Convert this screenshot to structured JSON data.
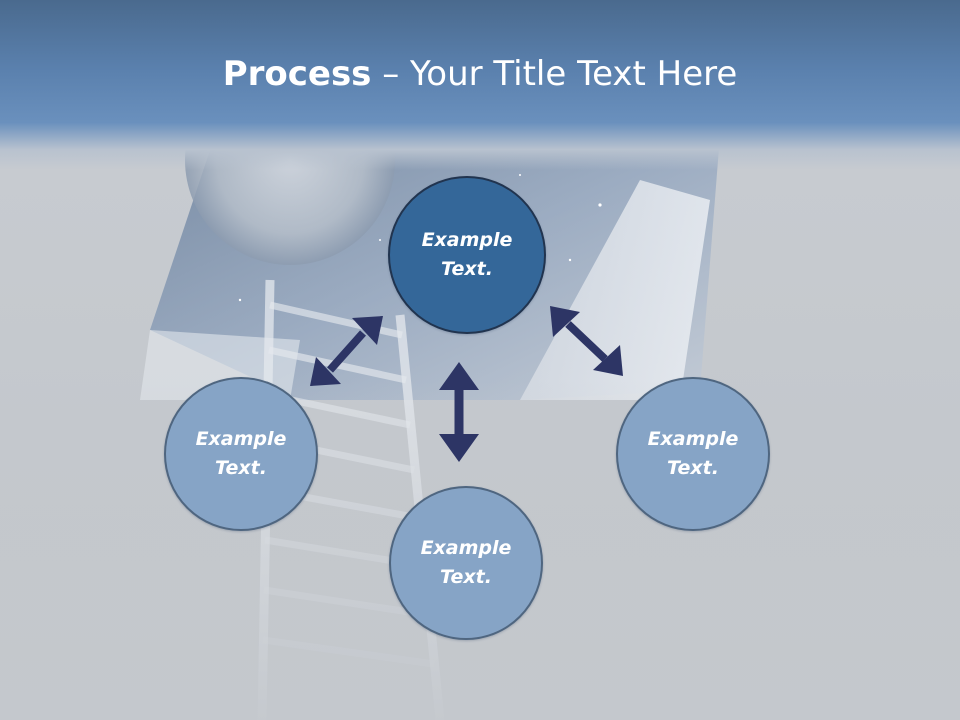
{
  "slide": {
    "title_bold": "Process",
    "title_rest": " – Your Title Text Here"
  },
  "diagram": {
    "nodes": [
      {
        "label": "Example Text."
      },
      {
        "label": "Example Text."
      },
      {
        "label": "Example Text."
      },
      {
        "label": "Example Text."
      }
    ]
  },
  "colors": {
    "primary_node": "#346799",
    "secondary_node": "#86a4c6",
    "arrow": "#2d3565",
    "header": "#5a80ad"
  }
}
